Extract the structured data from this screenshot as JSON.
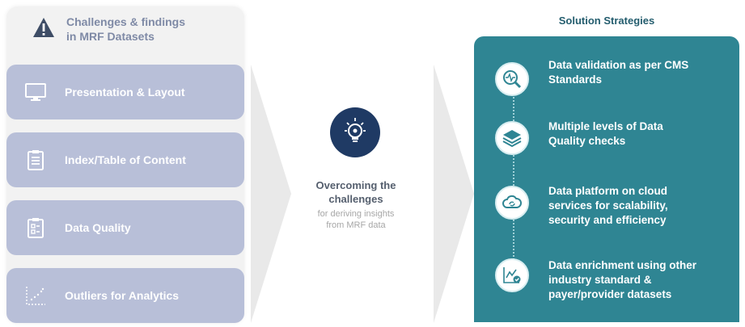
{
  "left": {
    "title": "Challenges & findings\nin MRF Datasets",
    "items": [
      {
        "label": "Presentation & Layout",
        "icon": "monitor-icon"
      },
      {
        "label": "Index/Table of Content",
        "icon": "clipboard-list-icon"
      },
      {
        "label": "Data Quality",
        "icon": "clipboard-check-icon"
      },
      {
        "label": "Outliers for Analytics",
        "icon": "scatter-plot-icon"
      }
    ]
  },
  "center": {
    "title": "Overcoming the\nchallenges",
    "subtitle": "for deriving insights\nfrom MRF data",
    "icon": "lightbulb-icon"
  },
  "right": {
    "heading": "Solution Strategies",
    "items": [
      {
        "label": "Data validation as per CMS\nStandards",
        "icon": "search-pulse-icon"
      },
      {
        "label": "Multiple levels of Data\nQuality checks",
        "icon": "layers-icon"
      },
      {
        "label": "Data platform on cloud\nservices for scalability,\nsecurity and efficiency",
        "icon": "cloud-sync-icon"
      },
      {
        "label": "Data enrichment using other\nindustry standard &\npayer/provider datasets",
        "icon": "chart-check-icon"
      }
    ]
  },
  "colors": {
    "left_card": "#b8bfd8",
    "right_panel": "#2f8593",
    "bulb_circle": "#1f3a64",
    "heading": "#245d6e"
  }
}
